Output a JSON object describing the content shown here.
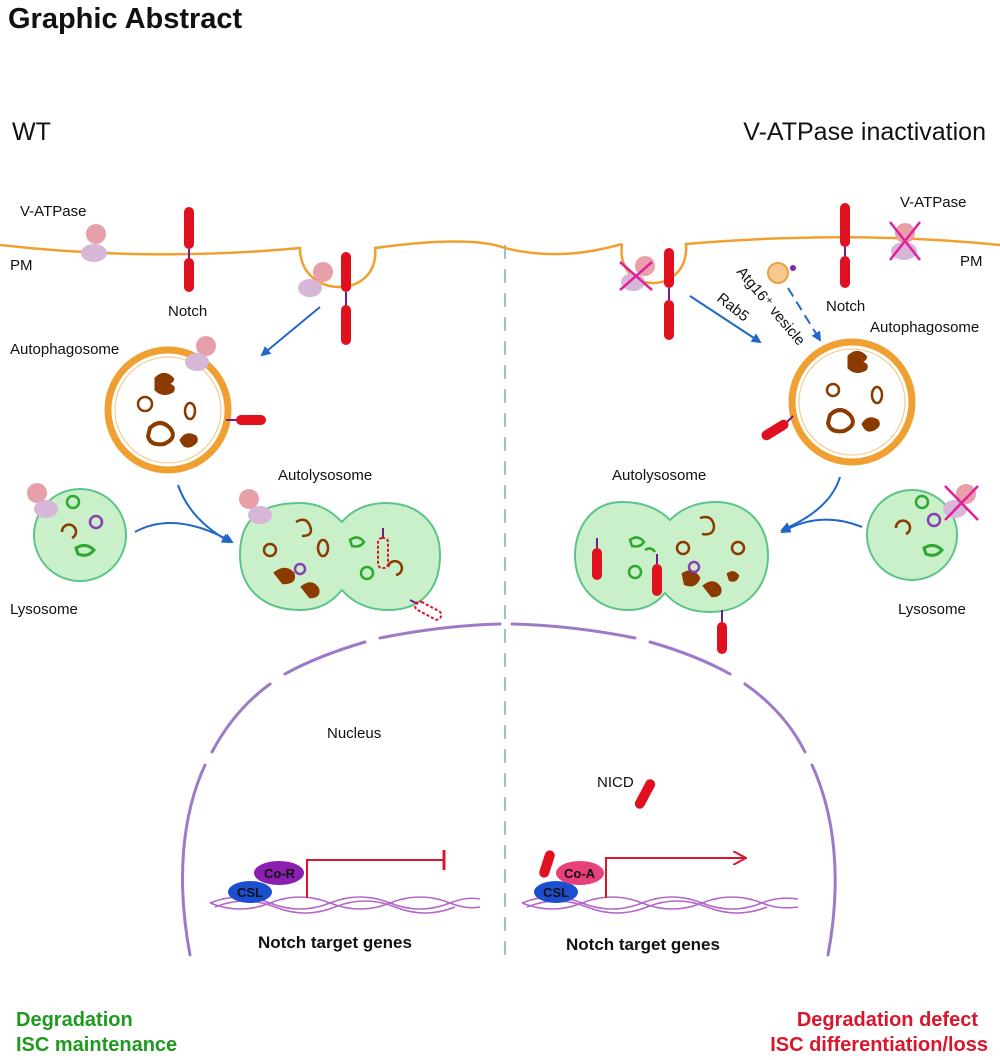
{
  "title": "Graphic Abstract",
  "left": {
    "heading": "WT",
    "labels": {
      "vatpase": "V-ATPase",
      "pm": "PM",
      "notch": "Notch",
      "autophagosome": "Autophagosome",
      "autolysosome": "Autolysosome",
      "lysosome": "Lysosome",
      "nucleus": "Nucleus",
      "co_r": "Co-R",
      "csl": "CSL",
      "genes": "Notch target genes"
    },
    "outcome_line1": "Degradation",
    "outcome_line2": "ISC maintenance"
  },
  "right": {
    "heading": "V-ATPase inactivation",
    "labels": {
      "vatpase": "V-ATPase",
      "pm": "PM",
      "notch": "Notch",
      "atg16": "Atg16⁺ vesicle",
      "rab5": "Rab5",
      "autophagosome": "Autophagosome",
      "autolysosome": "Autolysosome",
      "lysosome": "Lysosome",
      "nicd": "NICD",
      "co_a": "Co-A",
      "csl": "CSL",
      "genes": "Notch target genes"
    },
    "outcome_line1": "Degradation defect",
    "outcome_line2": "ISC differentiation/loss"
  },
  "colors": {
    "membrane": "#f0a030",
    "notch": "#e0101e",
    "notch_linker": "#6a1f8f",
    "vatpase_top": "#e8a0a8",
    "vatpase_bottom": "#d7b6d8",
    "lysosome_fill": "#c9f0c9",
    "lysosome_stroke": "#5cc48a",
    "cargo": "#8b3a00",
    "arrow": "#2166c8",
    "nucleus": "#9c7ac8",
    "cross": "#e0209a",
    "co_r": "#8a1fb0",
    "co_a": "#e8407a",
    "csl": "#1c4fd0",
    "divider": "#7aa8b8",
    "degradation": "#1e9a1e",
    "defect": "#d9162b"
  }
}
